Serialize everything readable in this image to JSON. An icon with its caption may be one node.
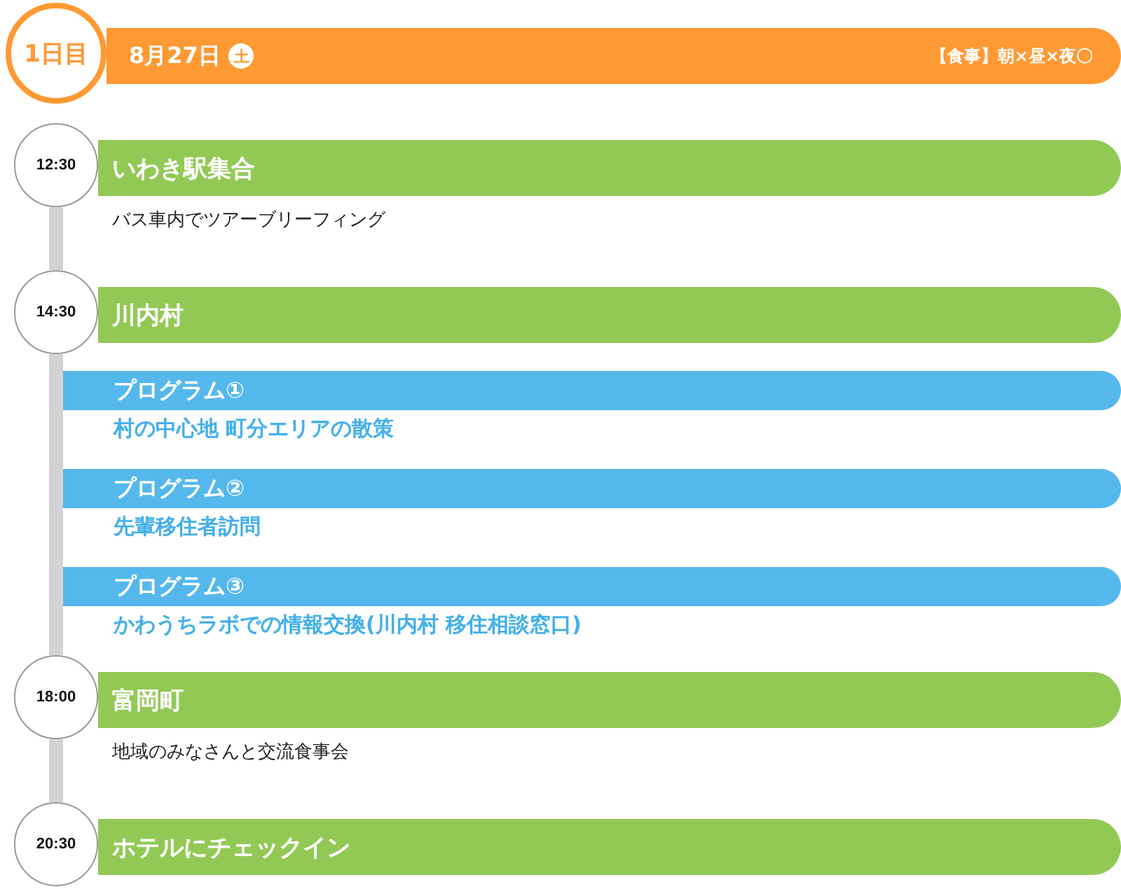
{
  "diagram": {
    "nodes": [
      {
        "text": [
          "1日目"
        ]
      },
      {
        "text": [
          "8月27日",
          "土",
          "【食事】朝×昼×夜〇"
        ]
      },
      {
        "text": [
          "12:30"
        ]
      },
      {
        "text": [
          "いわき駅集合"
        ],
        "beside": [
          "バス車内でツアーブリーフィング"
        ]
      },
      {
        "text": [
          "14:30"
        ]
      },
      {
        "text": [
          "川内村"
        ]
      },
      {
        "text": [
          "プログラム①",
          "村の中心地 町分エリアの散策"
        ]
      },
      {
        "text": [
          "プログラム②",
          "先輩移住者訪問"
        ]
      },
      {
        "text": [
          "プログラム③",
          "かわうちラボでの情報交換(川内村 移住相談窓口)"
        ]
      },
      {
        "text": [
          "18:00"
        ]
      },
      {
        "text": [
          "富岡町"
        ],
        "beside": [
          "地域のみなさんと交流食事会"
        ]
      },
      {
        "text": [
          "20:30"
        ]
      },
      {
        "text": [
          "ホテルにチェックイン"
        ]
      }
    ],
    "edges": [
      {
        "from": 2,
        "to": 4,
        "arrow": "none"
      },
      {
        "from": 4,
        "to": 9,
        "arrow": "none"
      },
      {
        "from": 9,
        "to": 11,
        "arrow": "none"
      }
    ]
  }
}
